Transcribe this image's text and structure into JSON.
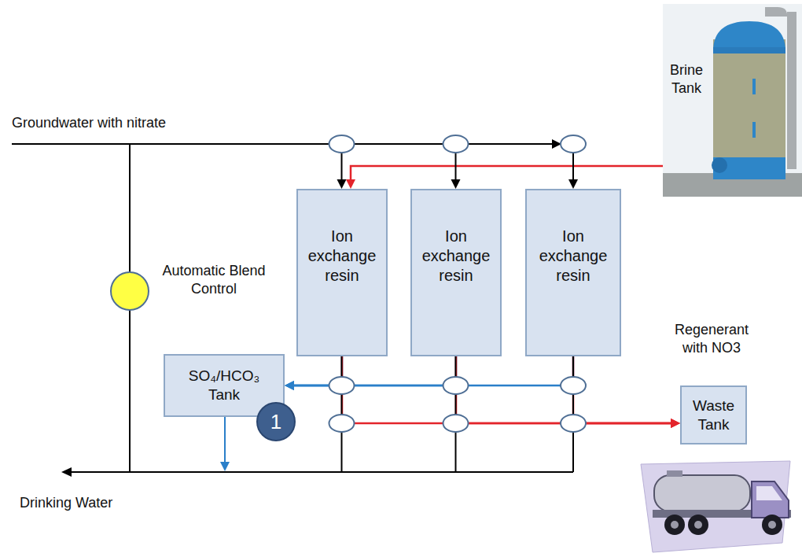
{
  "diagram": {
    "nodes": [
      {
        "text": [
          "Brine Tank"
        ]
      },
      {
        "text": [
          "Ion exchange resin"
        ]
      },
      {
        "text": [
          "Ion exchange resin"
        ]
      },
      {
        "text": [
          "Ion exchange resin"
        ]
      },
      {
        "text": [
          "Automatic Blend Control"
        ]
      },
      {
        "text": [
          "SO₄/HCO₃ Tank"
        ]
      },
      {
        "text": [
          "Waste Tank"
        ]
      }
    ],
    "edges": [
      {
        "from": 0,
        "to": 1,
        "arrow": "to"
      },
      {
        "from": 1,
        "to": 5,
        "arrow": "to"
      },
      {
        "from": 2,
        "to": 5,
        "arrow": "to"
      },
      {
        "from": 3,
        "to": 5,
        "arrow": "to"
      },
      {
        "from": 1,
        "to": 6,
        "arrow": "to"
      },
      {
        "from": 2,
        "to": 6,
        "arrow": "to"
      },
      {
        "from": 3,
        "to": 6,
        "arrow": "to"
      }
    ],
    "labels": [
      "Groundwater with nitrate",
      "Drinking Water",
      "Regenerant with NO3",
      "1"
    ]
  }
}
